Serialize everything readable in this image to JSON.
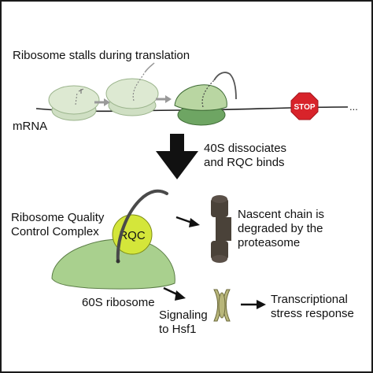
{
  "texts": {
    "stall_heading": "Ribosome stalls during translation",
    "mrna": "mRNA",
    "stop_sign": "STOP",
    "ellipsis": "...",
    "step_40s": "40S dissociates\nand RQC binds",
    "rqc_complex": "Ribosome Quality\nControl Complex",
    "rqc_badge": "RQC",
    "nascent_chain": "Nascent chain is\ndegraded by the\nproteasome",
    "ribosome_60s": "60S ribosome",
    "signaling": "Signaling\nto Hsf1",
    "stress_response": "Transcriptional\nstress response"
  },
  "colors": {
    "faded_large_subunit": "#dde9d2",
    "faded_small_subunit": "#cfdfc3",
    "stalled_large_subunit": "#b9d6a2",
    "stalled_small_subunit": "#6ea563",
    "subunit_60s": "#a9d08e",
    "rqc": "#d4e63a",
    "stop_sign": "#d8232a",
    "proteasome": "#4a4239",
    "hsf1": "#b8b67a",
    "arrow_grey": "#999999",
    "line": "#222222"
  }
}
